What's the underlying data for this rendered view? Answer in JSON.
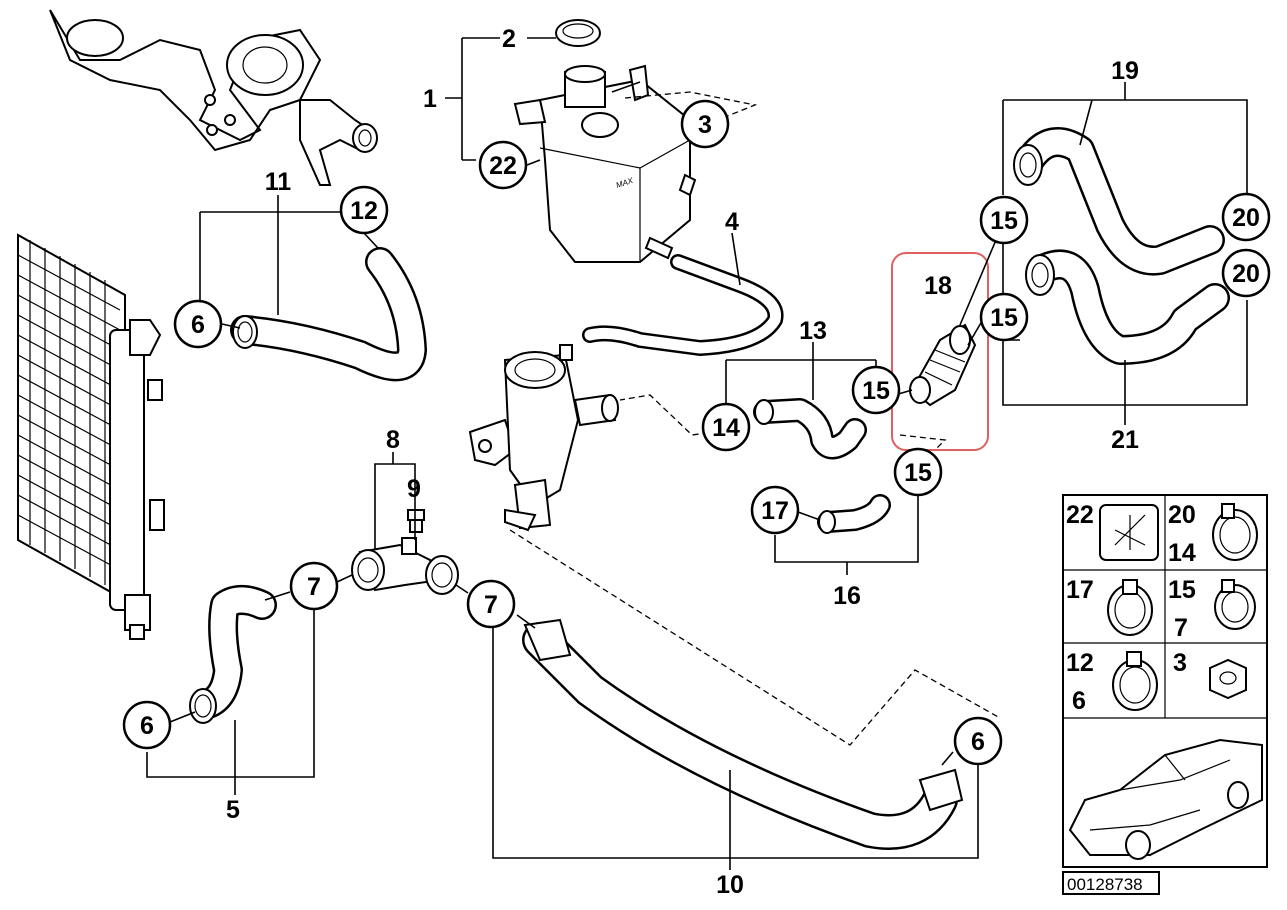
{
  "highlight_color": "#e06060",
  "callouts": {
    "c1": "1",
    "c2": "2",
    "c3": "3",
    "c4": "4",
    "c5": "5",
    "c6a": "6",
    "c6b": "6",
    "c6c": "6",
    "c7a": "7",
    "c7b": "7",
    "c8": "8",
    "c9": "9",
    "c10": "10",
    "c11": "11",
    "c12": "12",
    "c13": "13",
    "c14": "14",
    "c15a": "15",
    "c15b": "15",
    "c15c": "15",
    "c15d": "15",
    "c16": "16",
    "c17": "17",
    "c18": "18",
    "c19": "19",
    "c20a": "20",
    "c20b": "20",
    "c21": "21",
    "c22": "22"
  },
  "tank_marking": "MAX",
  "legend": {
    "cells": {
      "l22": "22",
      "l20": "20",
      "l14": "14",
      "l17": "17",
      "l15": "15",
      "l7": "7",
      "l12": "12",
      "l6": "6",
      "l3": "3"
    },
    "icons": [
      "warning-label-icon",
      "hose-clamp-icon",
      "screw-clamp-icon",
      "hex-nut-icon",
      "car-silhouette-icon"
    ]
  },
  "reference_number": "00128738"
}
